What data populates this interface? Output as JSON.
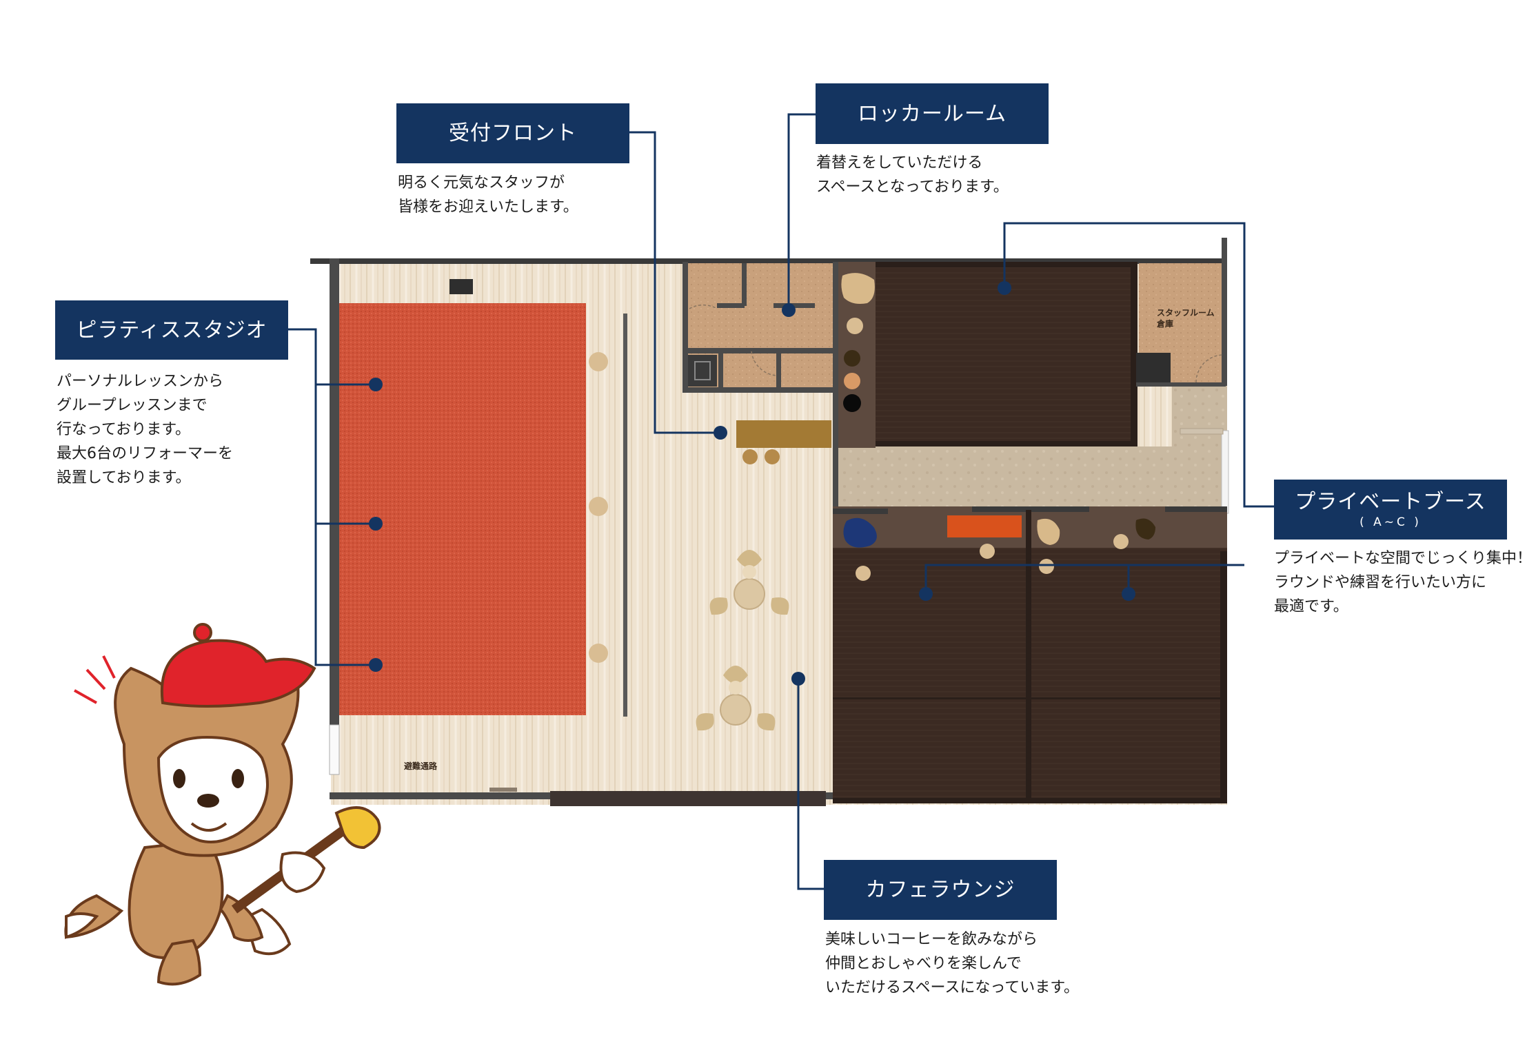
{
  "areas": {
    "pilates": {
      "title": "ピラティススタジオ",
      "desc": [
        "パーソナルレッスンから",
        "グループレッスンまで",
        "行なっております。",
        "最大6台のリフォーマーを",
        "設置しております。"
      ]
    },
    "reception": {
      "title": "受付フロント",
      "desc": [
        "明るく元気なスタッフが",
        "皆様をお迎えいたします。"
      ]
    },
    "locker": {
      "title": "ロッカールーム",
      "desc": [
        "着替えをしていただける",
        "スペースとなっております。"
      ]
    },
    "booth": {
      "title": "プライベートブース",
      "subtitle": "( A~C )",
      "desc": [
        "プライベートな空間でじっくり集中！",
        "ラウンドや練習を行いたい方に",
        "最適です。"
      ]
    },
    "cafe": {
      "title": "カフェラウンジ",
      "desc": [
        "美味しいコーヒーを飲みながら",
        "仲間とおしゃべりを楽しんで",
        "いただけるスペースになっています。"
      ]
    }
  },
  "plan_labels": {
    "staff_room": "スタッフルーム",
    "storage": "倉庫",
    "evac": "避難通路"
  },
  "colors": {
    "label_bg": "#143460",
    "studio_red": "#cf4e30",
    "booth_brown": "#3d2b23",
    "floor_light": "#ece0cc"
  }
}
